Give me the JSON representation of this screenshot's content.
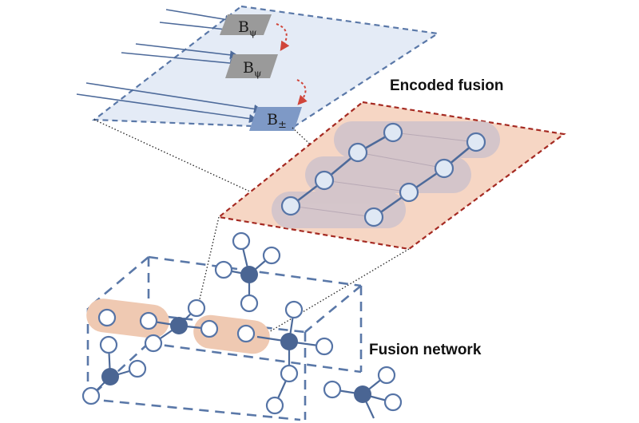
{
  "labels": {
    "encoded_fusion": "Encoded fusion",
    "fusion_network": "Fusion network"
  },
  "measurement_blocks": [
    {
      "base": "B",
      "sub": "ψ"
    },
    {
      "base": "B",
      "sub": "ψ"
    },
    {
      "base": "B",
      "sub": "±"
    }
  ],
  "colors": {
    "panel_blue_fill": "#e4ebf6",
    "panel_blue_border": "#5a78a8",
    "panel_red_fill": "#f6d6c4",
    "panel_red_border": "#a52a22",
    "node_fill": "#dfe8f4",
    "node_stroke": "#5674a6",
    "node_solid": "#4a6593",
    "edge": "#4d6a9a",
    "gate_grey": "#9a9a9a",
    "gate_blue": "#7e99c6",
    "feedback_arrow": "#d0453a",
    "fusion_highlight": "#efc9b2"
  }
}
